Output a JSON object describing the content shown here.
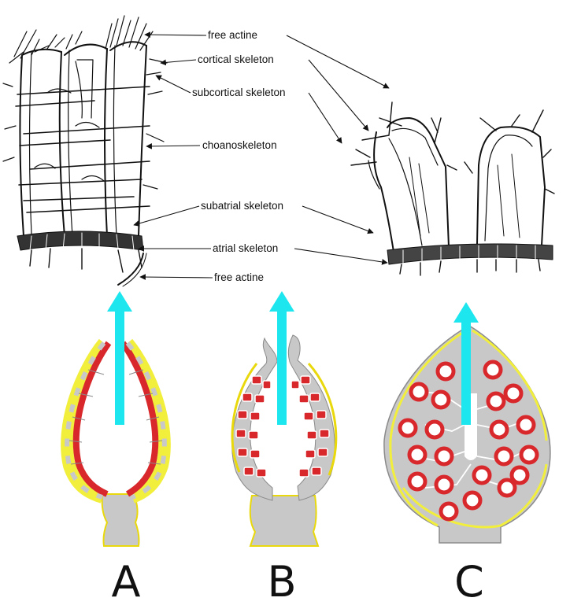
{
  "labels": {
    "free_actine_top": "free actine",
    "cortical": "cortical skeleton",
    "subcortical": "subcortical skeleton",
    "choano": "choanoskeleton",
    "subatrial": "subatrial skeleton",
    "atrial": "atrial skeleton",
    "free_actine_bottom": "free actine"
  },
  "panels": {
    "a": "A",
    "b": "B",
    "c": "C"
  },
  "colors": {
    "arrow": "#1ee6ee",
    "body": "#c8c8c8",
    "outline": "#8a8a8a",
    "chamber": "#d8282c",
    "pinacoderm": "#f2ef3c",
    "ink": "#111111"
  }
}
